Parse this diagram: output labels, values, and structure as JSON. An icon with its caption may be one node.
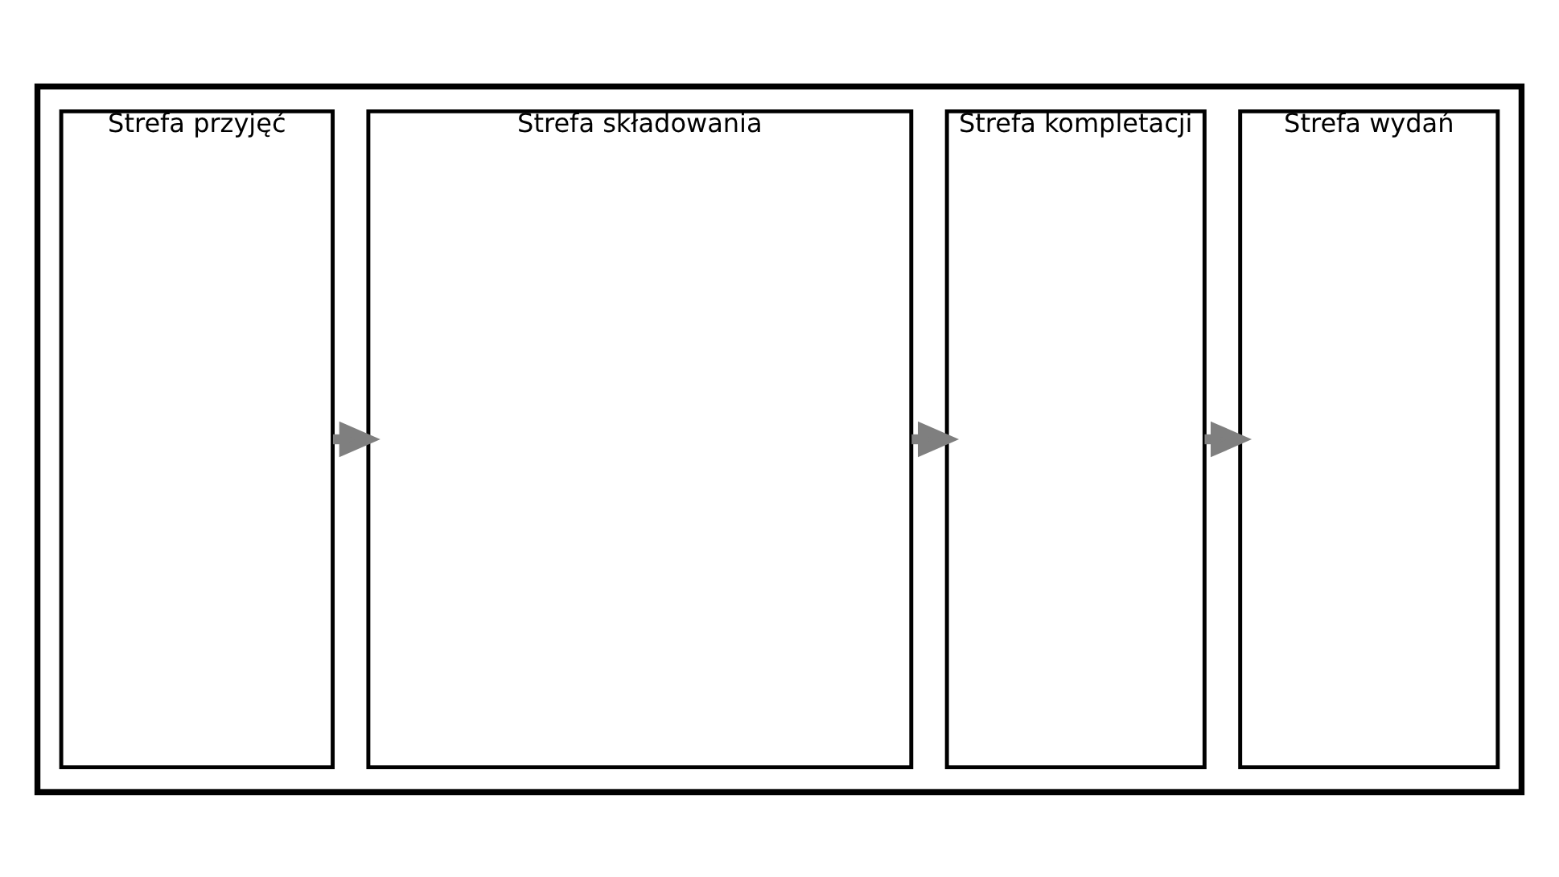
{
  "diagram": {
    "nodes": [
      {
        "text": [],
        "shape": "box"
      },
      {
        "text": [
          "Strefa przyjęć"
        ],
        "in": 0
      },
      {
        "text": [
          "Strefa składowania"
        ],
        "in": 0
      },
      {
        "text": [
          "Strefa kompletacji"
        ],
        "in": 0
      },
      {
        "text": [
          "Strefa wydań"
        ],
        "in": 0
      }
    ],
    "edges": [
      {
        "from": 1,
        "to": 2,
        "arrow": "to"
      },
      {
        "from": 2,
        "to": 3,
        "arrow": "to"
      },
      {
        "from": 3,
        "to": 4,
        "arrow": "to"
      }
    ]
  }
}
